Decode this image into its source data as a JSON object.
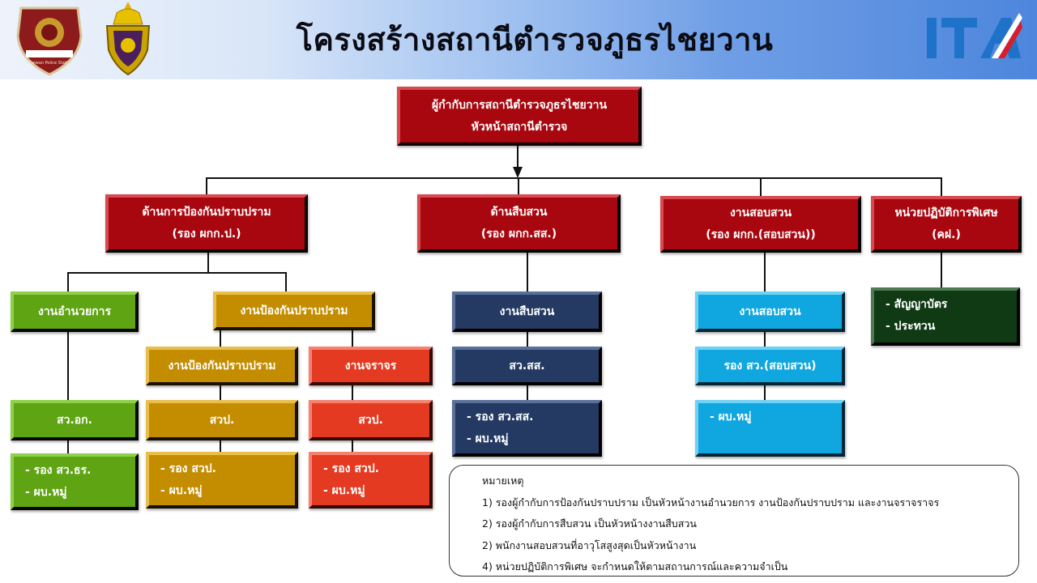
{
  "header": {
    "title": "โครงสร้างสถานีตำรวจภูธรไชยวาน",
    "logo_text": "Chaiwan Police Station",
    "ita_text": "ITA"
  },
  "colors": {
    "red": "#a9070f",
    "green": "#5ea413",
    "gold": "#c48d00",
    "orange": "#e33a21",
    "navy": "#243a63",
    "cyan": "#10a6df",
    "dark_green": "#0f3a14"
  },
  "top": {
    "line1": "ผู้กำกับการสถานีตำรวจภูธรไชยวาน",
    "line2": "หัวหน้าสถานีตำรวจ"
  },
  "divisions": {
    "prevention": {
      "line1": "ด้านการป้องกันปราบปราม",
      "line2": "(รอง ผกก.ป.)"
    },
    "investigation": {
      "line1": "ด้านสืบสวน",
      "line2": "(รอง ผกก.สส.)"
    },
    "inquiry": {
      "line1": "งานสอบสวน",
      "line2": "(รอง ผกก.(สอบสวน))"
    },
    "special": {
      "line1": "หน่วยปฏิบัติการพิเศษ",
      "line2": "(คฝ.)"
    }
  },
  "admin": {
    "unit": "งานอำนวยการ",
    "head": "สว.อก.",
    "members": [
      "- รอง สว.ธร.",
      "- ผบ.หมู่"
    ]
  },
  "prevention_group": {
    "unit": "งานป้องกันปราบปราม",
    "sub_prevention": {
      "unit": "งานป้องกันปราบปราม",
      "head": "สวป.",
      "members": [
        "- รอง สวป.",
        "- ผบ.หมู่"
      ]
    },
    "traffic": {
      "unit": "งานจราจร",
      "head": "สวป.",
      "members": [
        "- รอง สวป.",
        "- ผบ.หมู่"
      ]
    }
  },
  "investigation_group": {
    "unit": "งานสืบสวน",
    "head": "สว.สส.",
    "members": [
      "- รอง สว.สส.",
      "- ผบ.หมู่"
    ]
  },
  "inquiry_group": {
    "unit": "งานสอบสวน",
    "head": "รอง สว.(สอบสวน)",
    "members": [
      "- ผบ.หมู่"
    ]
  },
  "special_group": {
    "members": [
      "- สัญญาบัตร",
      "- ประทวน"
    ]
  },
  "notes": {
    "title": "หมายเหตุ",
    "items": [
      "1) รองผู้กำกับการป้องกันปราบปราม เป็นหัวหน้างานอำนวยการ งานป้องกันปราบปราม และงานจราจราจร",
      "2) รองผู้กำกับการสืบสวน เป็นหัวหน้างงานสืบสวน",
      "2) พนักงานสอบสวนที่อาวุโสสูงสุดเป็นหัวหน้างาน",
      "4) หน่วยปฏิบัติการพิเศษ จะกำหนดให้ตามสถานการณ์และความจำเป็น"
    ]
  }
}
